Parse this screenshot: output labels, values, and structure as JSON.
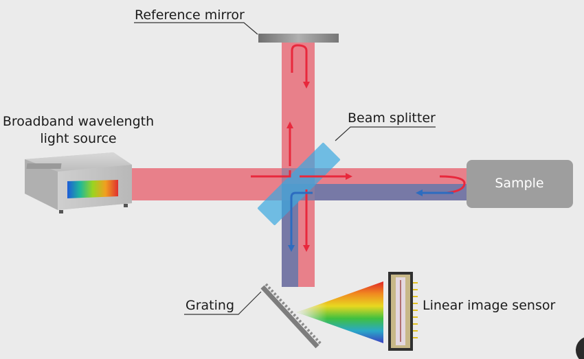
{
  "labels": {
    "reference_mirror": "Reference mirror",
    "light_source_line1": "Broadband wavelength",
    "light_source_line2": "light source",
    "beam_splitter": "Beam splitter",
    "sample": "Sample",
    "grating": "Grating",
    "sensor": "Linear image sensor"
  },
  "colors": {
    "background": "#ebebeb",
    "red_beam": "#e8808a",
    "blue_beam": "#6a78a8",
    "overlap_beam": "#8f7da0",
    "red_arrow": "#e8283c",
    "blue_arrow": "#2c6cc0",
    "beam_splitter": "#3aa8e0",
    "sample_box": "#9e9e9e",
    "mirror": "#8a8a8a"
  }
}
